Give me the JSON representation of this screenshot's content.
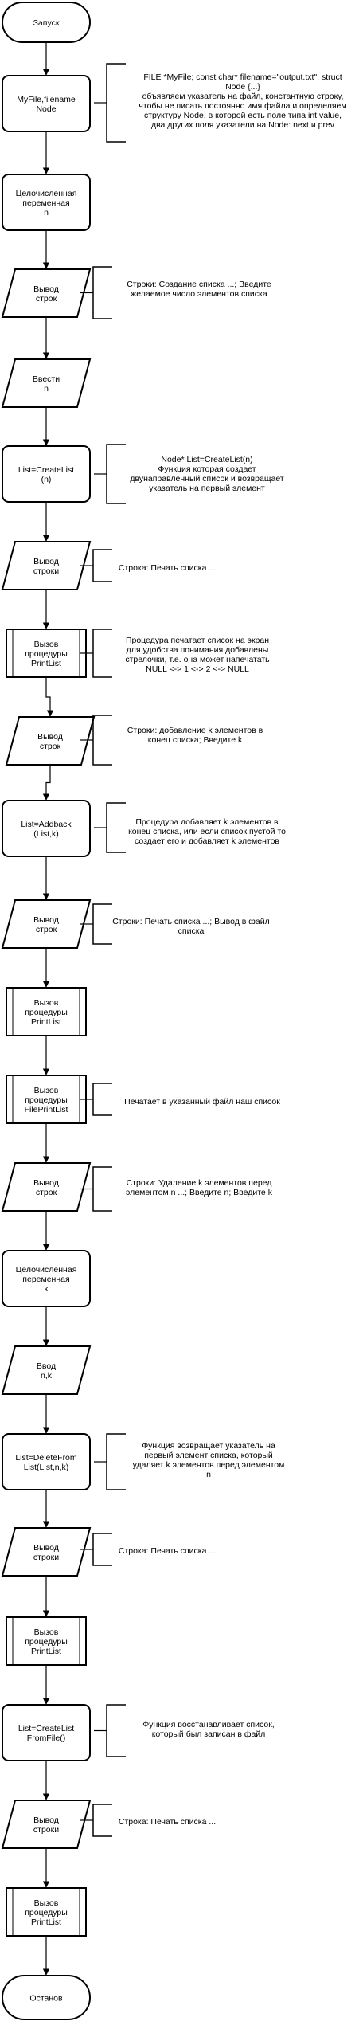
{
  "diagram": {
    "nodes": [
      {
        "id": "start",
        "type": "terminator",
        "lines": [
          "Запуск"
        ]
      },
      {
        "id": "decl-file",
        "type": "process",
        "lines": [
          "MyFile,filename",
          "Node"
        ]
      },
      {
        "id": "decl-n",
        "type": "process",
        "lines": [
          "Целочисленная",
          "переменная",
          "n"
        ]
      },
      {
        "id": "out-1",
        "type": "io",
        "lines": [
          "Вывод",
          "строк"
        ]
      },
      {
        "id": "in-n",
        "type": "io",
        "lines": [
          "Ввести",
          "n"
        ]
      },
      {
        "id": "create-list",
        "type": "process",
        "lines": [
          "List=CreateList",
          "(n)"
        ]
      },
      {
        "id": "out-2",
        "type": "io",
        "lines": [
          "Вывод",
          "строки"
        ]
      },
      {
        "id": "call-print-1",
        "type": "predefined",
        "lines": [
          "Вызов",
          "процедуры",
          "PrintList"
        ]
      },
      {
        "id": "out-3",
        "type": "io",
        "lines": [
          "Вывод",
          "строк"
        ]
      },
      {
        "id": "addback",
        "type": "process",
        "lines": [
          "List=Addback",
          "(List,k)"
        ]
      },
      {
        "id": "out-4",
        "type": "io",
        "lines": [
          "Вывод",
          "строк"
        ]
      },
      {
        "id": "call-print-2",
        "type": "predefined",
        "lines": [
          "Вызов",
          "процедуры",
          "PrintList"
        ]
      },
      {
        "id": "call-fileprint",
        "type": "predefined",
        "lines": [
          "Вызов",
          "процедуры",
          "FilePrintList"
        ]
      },
      {
        "id": "out-5",
        "type": "io",
        "lines": [
          "Вывод",
          "строк"
        ]
      },
      {
        "id": "decl-k",
        "type": "process",
        "lines": [
          "Целочисленная",
          "переменная",
          "k"
        ]
      },
      {
        "id": "in-nk",
        "type": "io",
        "lines": [
          "Ввод",
          "n,k"
        ]
      },
      {
        "id": "delete-from",
        "type": "process",
        "lines": [
          "List=DeleteFrom",
          "List(List,n,k)"
        ]
      },
      {
        "id": "out-6",
        "type": "io",
        "lines": [
          "Вывод",
          "строки"
        ]
      },
      {
        "id": "call-print-3",
        "type": "predefined",
        "lines": [
          "Вызов",
          "процедуры",
          "PrintList"
        ]
      },
      {
        "id": "create-from-file",
        "type": "process",
        "lines": [
          "List=CreateList",
          "FromFile()"
        ]
      },
      {
        "id": "out-7",
        "type": "io",
        "lines": [
          "Вывод",
          "строки"
        ]
      },
      {
        "id": "call-print-4",
        "type": "predefined",
        "lines": [
          "Вызов",
          "процедуры",
          "PrintList"
        ]
      },
      {
        "id": "stop",
        "type": "terminator",
        "lines": [
          "Останов"
        ]
      }
    ],
    "annotations": [
      {
        "id": "note-decl-file",
        "lines": [
          "FILE *MyFile; const char* filename=\"output.txt\"; struct",
          "Node {...}",
          "объявляем указатель на файл, константную строку,",
          "чтобы не писать постоянно имя файла и определяем",
          "структуру Node, в которой есть поле типа int value,",
          "два других поля указатели на Node: next и prev"
        ]
      },
      {
        "id": "note-out-1",
        "lines": [
          "Строки: Создание списка ...; Введите",
          "желаемое число элементов списка"
        ]
      },
      {
        "id": "note-create-list",
        "lines": [
          "Node* List=CreateList(n)",
          "Функция которая создает",
          "двунаправленный список и возвращает",
          "указатель на первый элемент"
        ]
      },
      {
        "id": "note-out-2",
        "lines": [
          "Строка: Печать списка ..."
        ]
      },
      {
        "id": "note-print-1",
        "lines": [
          "Процедура печатает список на экран",
          "для удобства понимания добавлены",
          "стрелочки, т.е. она может напечатать",
          "NULL <-> 1 <-> 2 <-> NULL"
        ]
      },
      {
        "id": "note-out-3",
        "lines": [
          "Строки: добавление k элементов в",
          "конец списка; Введите k"
        ]
      },
      {
        "id": "note-addback",
        "lines": [
          "Процедура добавляет k элементов в",
          "конец списка, или если список пустой то",
          "создает его и добавляет k элементов"
        ]
      },
      {
        "id": "note-out-4",
        "lines": [
          "Строки: Печать списка ...; Вывод в файл",
          "списка"
        ]
      },
      {
        "id": "note-fileprint",
        "lines": [
          "Печатает в указанный файл наш список"
        ]
      },
      {
        "id": "note-out-5",
        "lines": [
          "Строки: Удаление k элементов перед",
          "элементом n ...; Введите n; Введите k"
        ]
      },
      {
        "id": "note-delete-from",
        "lines": [
          "Функция возвращает указатель на",
          "первый элемент списка, который",
          "удаляет k элементов перед элементом",
          "n"
        ]
      },
      {
        "id": "note-out-6",
        "lines": [
          "Строка: Печать списка ..."
        ]
      },
      {
        "id": "note-create-from-file",
        "lines": [
          "Функция восстанавливает список,",
          "который был записан в файл"
        ]
      },
      {
        "id": "note-out-7",
        "lines": [
          "Строка: Печать списка ..."
        ]
      }
    ]
  }
}
